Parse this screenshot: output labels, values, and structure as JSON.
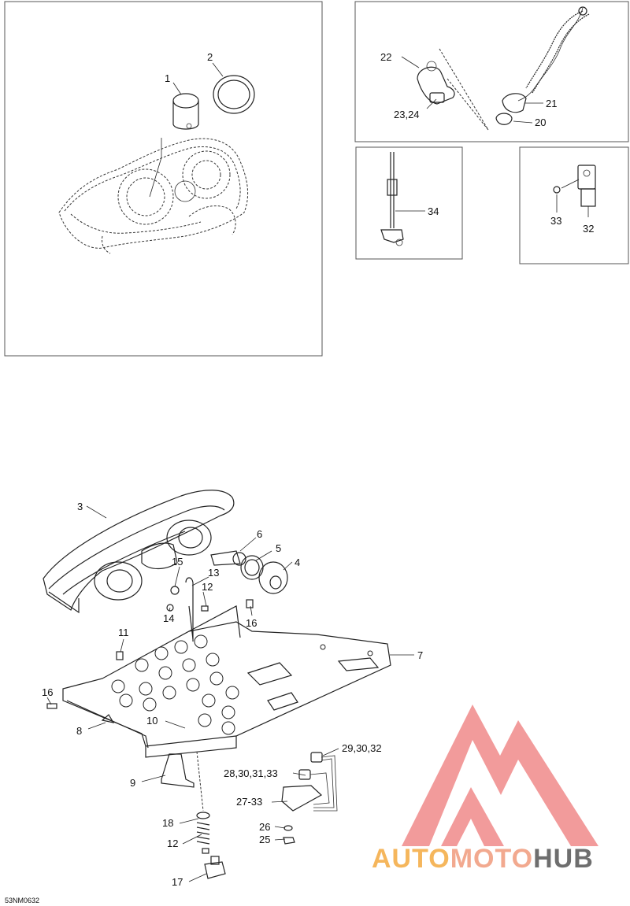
{
  "diagram": {
    "drawing_code": "53NM0632",
    "labels": [
      {
        "id": "l1",
        "text": "1"
      },
      {
        "id": "l2",
        "text": "2"
      },
      {
        "id": "l22",
        "text": "22"
      },
      {
        "id": "l2324",
        "text": "23,24"
      },
      {
        "id": "l21",
        "text": "21"
      },
      {
        "id": "l20",
        "text": "20"
      },
      {
        "id": "l34",
        "text": "34"
      },
      {
        "id": "l33a",
        "text": "33"
      },
      {
        "id": "l32a",
        "text": "32"
      },
      {
        "id": "l3",
        "text": "3"
      },
      {
        "id": "l6",
        "text": "6"
      },
      {
        "id": "l5",
        "text": "5"
      },
      {
        "id": "l4",
        "text": "4"
      },
      {
        "id": "l15",
        "text": "15"
      },
      {
        "id": "l13",
        "text": "13"
      },
      {
        "id": "l12a",
        "text": "12"
      },
      {
        "id": "l14",
        "text": "14"
      },
      {
        "id": "l16a",
        "text": "16"
      },
      {
        "id": "l11",
        "text": "11"
      },
      {
        "id": "l7",
        "text": "7"
      },
      {
        "id": "l16b",
        "text": "16"
      },
      {
        "id": "l8",
        "text": "8"
      },
      {
        "id": "l10",
        "text": "10"
      },
      {
        "id": "l29",
        "text": "29,30,32"
      },
      {
        "id": "l28",
        "text": "28,30,31,33"
      },
      {
        "id": "l9",
        "text": "9"
      },
      {
        "id": "l2733",
        "text": "27-33"
      },
      {
        "id": "l18",
        "text": "18"
      },
      {
        "id": "l26",
        "text": "26"
      },
      {
        "id": "l12b",
        "text": "12"
      },
      {
        "id": "l25",
        "text": "25"
      },
      {
        "id": "l17",
        "text": "17"
      }
    ]
  },
  "watermark": {
    "part1": "AUTO",
    "part2": "MOTO",
    "part3": "HUB",
    "colors": {
      "auto": "#f5b65c",
      "moto": "#f2a98f",
      "hub": "#6e6e6e",
      "triangle": "#f08080"
    }
  }
}
